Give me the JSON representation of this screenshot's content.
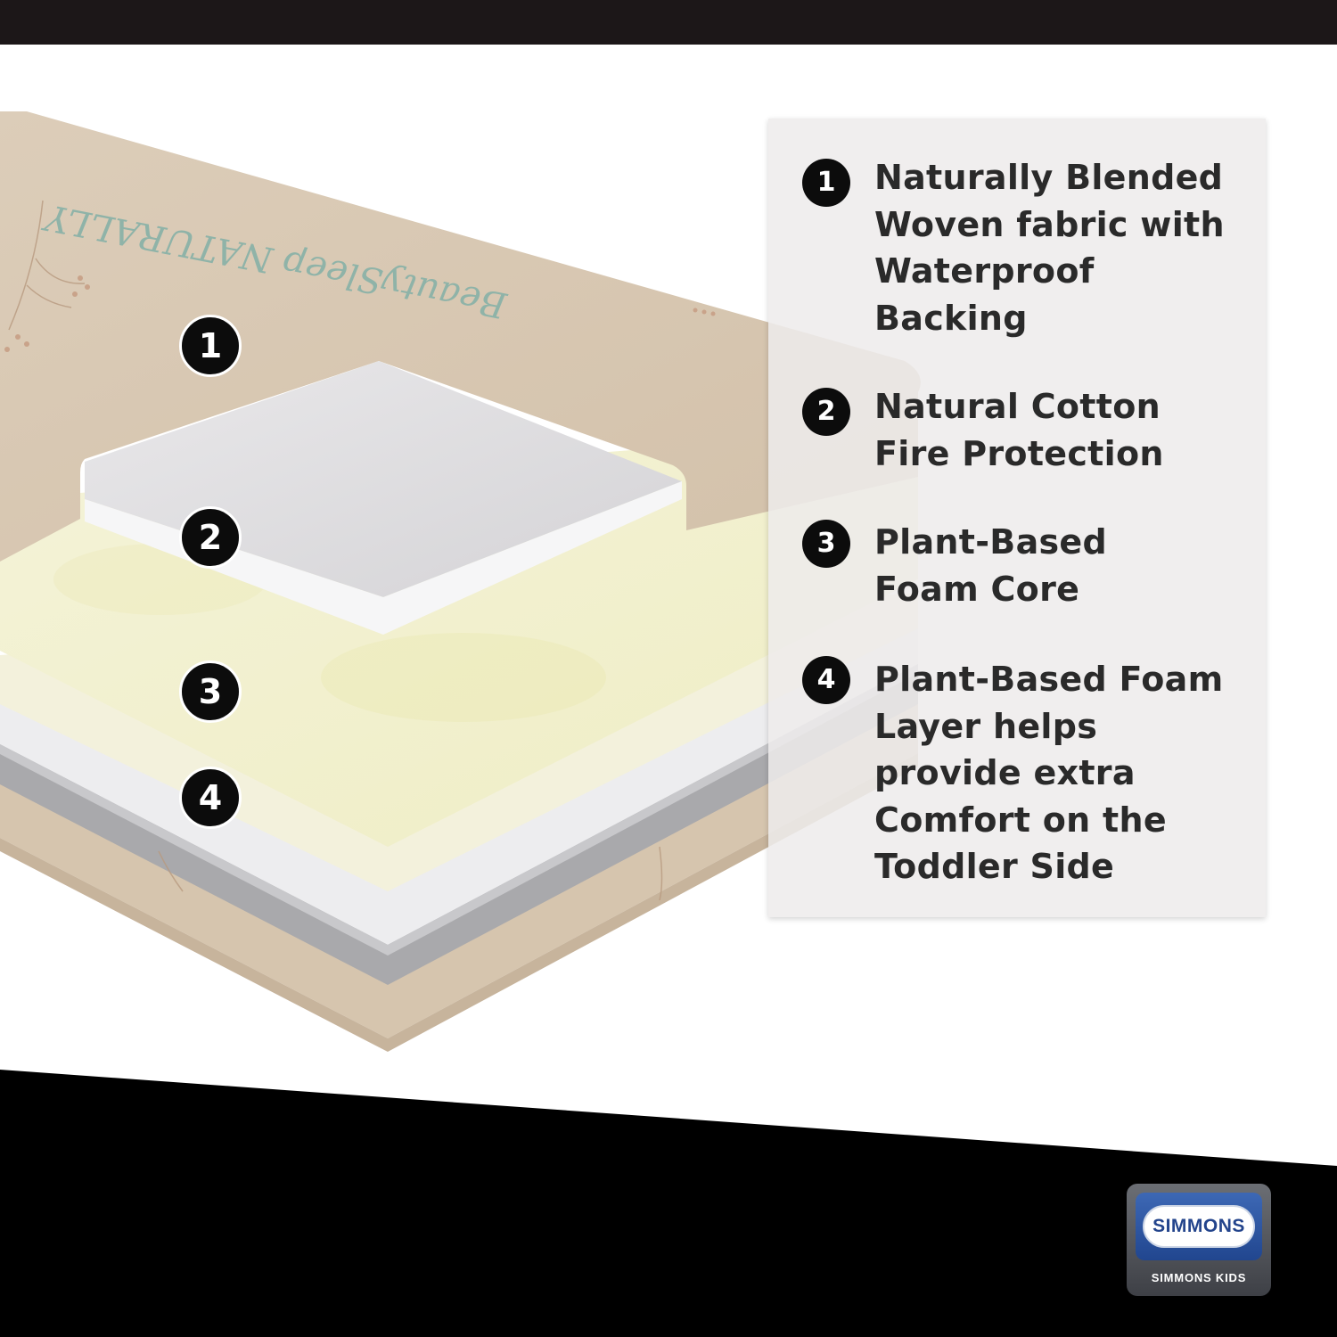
{
  "diagram": {
    "brand_lettering": "BeautySleep NATURALLY",
    "markers": [
      "1",
      "2",
      "3",
      "4"
    ]
  },
  "legend": [
    {
      "number": "1",
      "text": "Naturally Blended\nWoven fabric with\nWaterproof\nBacking"
    },
    {
      "number": "2",
      "text": "Natural Cotton\nFire Protection"
    },
    {
      "number": "3",
      "text": "Plant-Based\nFoam Core"
    },
    {
      "number": "4",
      "text": "Plant-Based Foam\nLayer helps\nprovide extra\nComfort on the\nToddler Side"
    }
  ],
  "logo": {
    "name": "SIMMONS",
    "subtitle": "SIMMONS KIDS"
  },
  "colors": {
    "fabric": "#d9c9b5",
    "cotton": "#e1e0e2",
    "foam_core": "#f2f0d0",
    "foam_layer": "#e4e4e6",
    "marker": "#0c0c0c",
    "top_bar": "#1c1718",
    "bottom_band": "#000000"
  }
}
